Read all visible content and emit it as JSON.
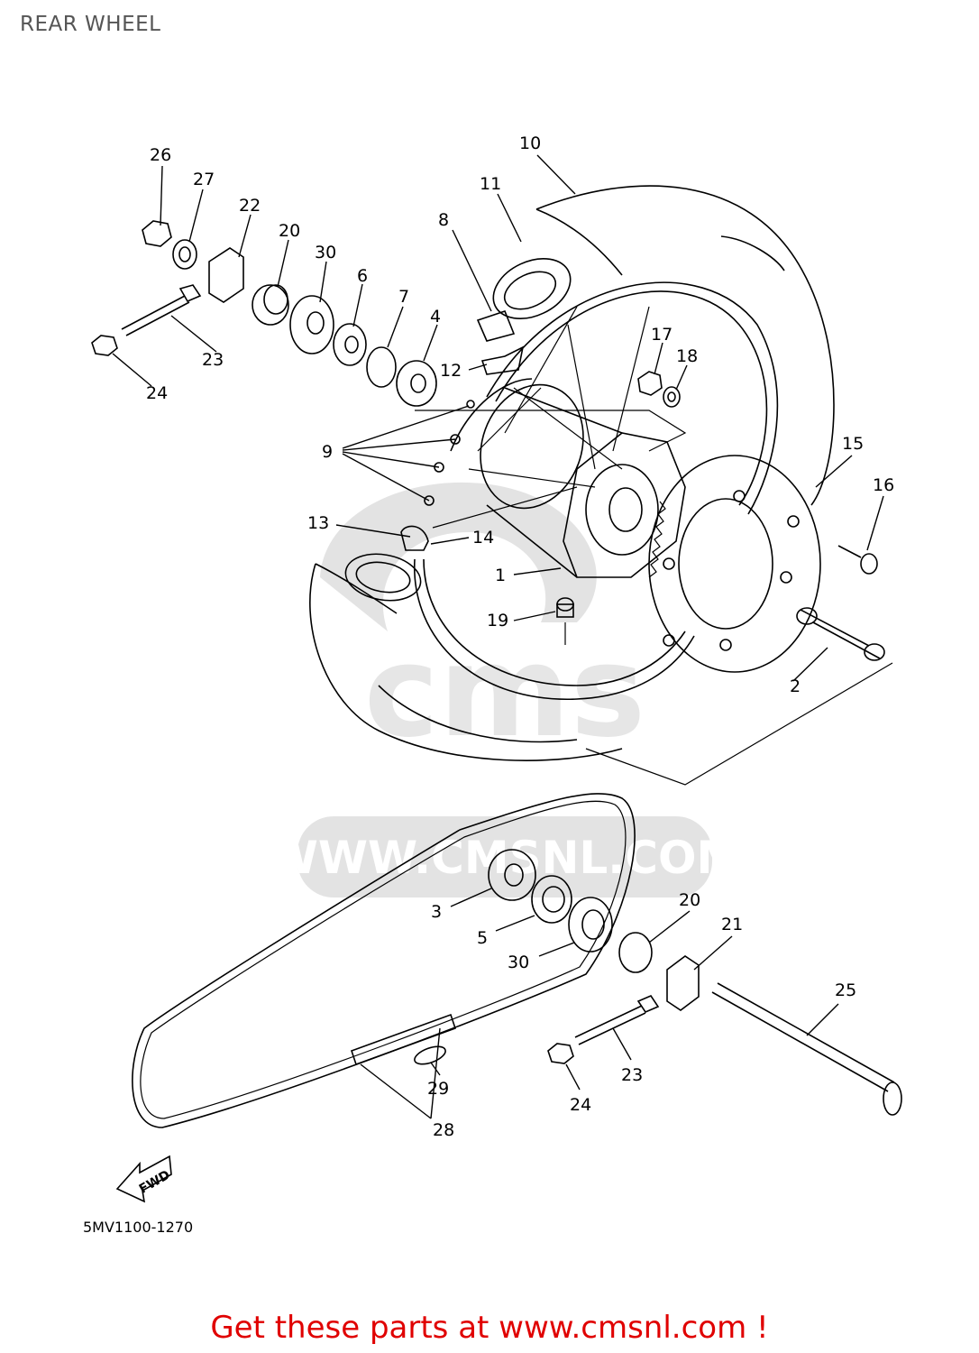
{
  "title": "REAR WHEEL",
  "watermark": "WWW.CMSNL.COM",
  "watermark_logo": "cms",
  "diagram_code": "5MV1100-1270",
  "fwd_label": "FWD",
  "footer_text": "Get these parts at www.cmsnl.com !",
  "colors": {
    "footer": "#e00000",
    "title": "#555555",
    "watermark": "#e3e3e3"
  },
  "callouts": [
    "1",
    "2",
    "3",
    "4",
    "5",
    "6",
    "7",
    "8",
    "9",
    "10",
    "11",
    "12",
    "13",
    "14",
    "15",
    "16",
    "17",
    "18",
    "19",
    "20",
    "20",
    "21",
    "22",
    "23",
    "23",
    "24",
    "24",
    "25",
    "26",
    "27",
    "28",
    "29",
    "30",
    "30"
  ]
}
